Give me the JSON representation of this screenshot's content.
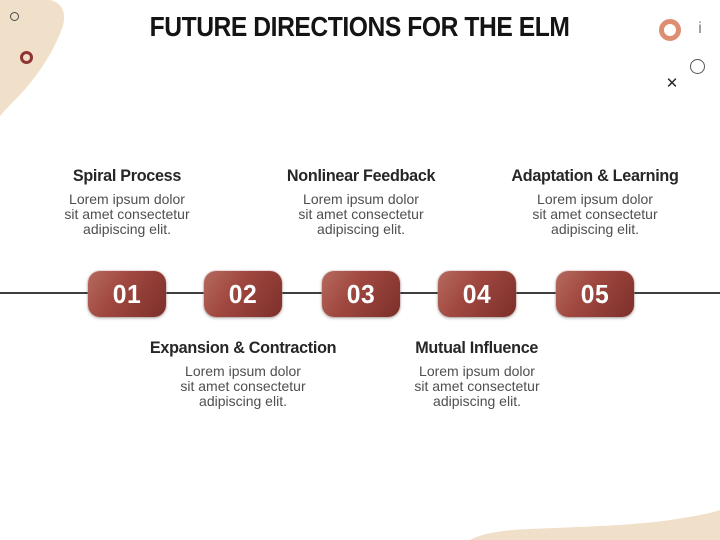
{
  "title": "FUTURE DIRECTIONS FOR THE ELM",
  "window": {
    "close_icon": "✕",
    "info_icon": "i"
  },
  "steps": [
    {
      "number": "01",
      "title": "Spiral Process",
      "position": "top",
      "description": "Lorem ipsum dolor\nsit amet consectetur\nadipiscing elit."
    },
    {
      "number": "02",
      "title": "Expansion & Contraction",
      "position": "bottom",
      "description": "Lorem ipsum dolor\nsit amet consectetur\nadipiscing elit."
    },
    {
      "number": "03",
      "title": "Nonlinear Feedback",
      "position": "top",
      "description": "Lorem ipsum dolor\nsit amet consectetur\nadipiscing elit."
    },
    {
      "number": "04",
      "title": "Mutual Influence",
      "position": "bottom",
      "description": "Lorem ipsum dolor\nsit amet consectetur\nadipiscing elit."
    },
    {
      "number": "05",
      "title": "Adaptation & Learning",
      "position": "top",
      "description": "Lorem ipsum dolor\nsit amet consectetur\nadipiscing elit."
    }
  ],
  "colors": {
    "beige": "#f0e0c9",
    "maroon_ring": "#8f3433",
    "salmon_ring": "#dd8e72",
    "badge_gradient_light": "#b66a5e",
    "badge_gradient_dark": "#7c2f2a",
    "timeline_line": "#3f3f3f"
  }
}
